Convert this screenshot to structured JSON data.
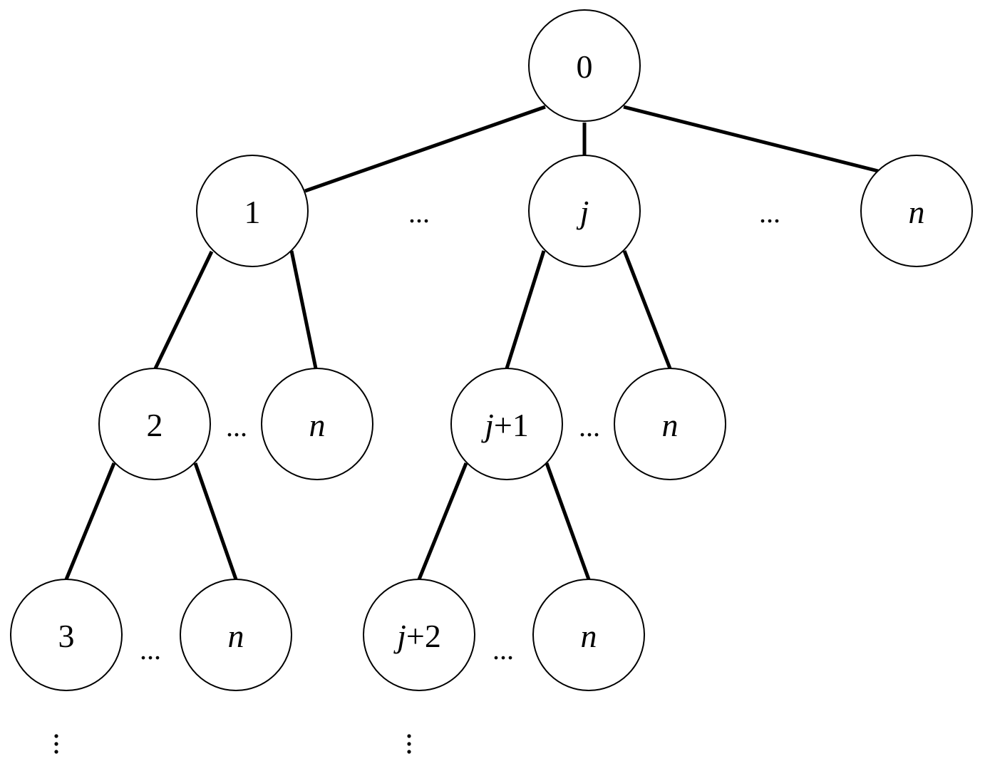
{
  "nodes": {
    "root": {
      "label": "0",
      "italic": false
    },
    "n1": {
      "label": "1",
      "italic": false
    },
    "nj": {
      "label": "j",
      "italic": true
    },
    "nn_top": {
      "label": "n",
      "italic": true
    },
    "n2": {
      "label": "2",
      "italic": false
    },
    "nn_l2a": {
      "label": "n",
      "italic": true
    },
    "nj1": {
      "var": "j",
      "rest": "+1"
    },
    "nn_l2b": {
      "label": "n",
      "italic": true
    },
    "n3": {
      "label": "3",
      "italic": false
    },
    "nn_l3a": {
      "label": "n",
      "italic": true
    },
    "nj2": {
      "var": "j",
      "rest": "+2"
    },
    "nn_l3b": {
      "label": "n",
      "italic": true
    }
  },
  "ellipsis": "...",
  "vertical_ellipsis": "⋮"
}
